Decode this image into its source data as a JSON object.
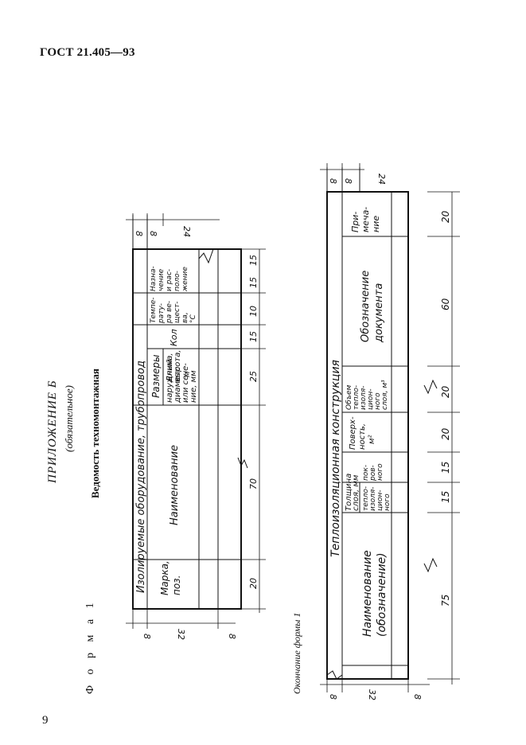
{
  "header": {
    "standard": "ГОСТ 21.405—93"
  },
  "page_number": "9",
  "appendix": {
    "title": "ПРИЛОЖЕНИЕ Б",
    "status": "(обязательное)",
    "document_title": "Ведомость техномонтажная"
  },
  "form1": {
    "caption": "Ф о р м а 1",
    "group_header": "Изолируемые оборудование, трубопровод",
    "col_marka": [
      "Марка,",
      "поз."
    ],
    "col_naim": "Наименование",
    "col_razmery": "Размеры",
    "col_diam": [
      "наружный",
      "диаметр",
      "или сече-",
      "ние, мм"
    ],
    "col_dlina": [
      "Длина,",
      "высота,",
      "м"
    ],
    "col_kol": "Кол",
    "col_temp": [
      "Темпе-",
      "рату-",
      "ра ве-",
      "щест-",
      "ва,",
      "°С"
    ],
    "col_nazn": [
      "Назна-",
      "чение",
      "и рас-",
      "поло-",
      "жение"
    ],
    "dims_bottom": [
      "20",
      "70",
      "25",
      "15",
      "10",
      "15",
      "15"
    ],
    "dims_left": [
      "8",
      "32",
      "8"
    ],
    "dims_right": [
      "8",
      "8",
      "24"
    ]
  },
  "form1_end": {
    "caption": "Окончание формы 1",
    "group_header": "Теплоизоляционная конструкция",
    "col_naim": [
      "Наименование",
      "(обозначение)"
    ],
    "col_tolsh": [
      "Толщина",
      "слоя, мм"
    ],
    "col_tepl": [
      "тепло-",
      "изоля-",
      "цион-",
      "ного"
    ],
    "col_pokr": [
      "пок-",
      "ров-",
      "ного"
    ],
    "col_pov": [
      "Поверх-",
      "ность,",
      "м²"
    ],
    "col_obem": [
      "Объем",
      "тепло-",
      "изоля-",
      "цион-",
      "ного",
      "слоя, м³"
    ],
    "col_oboz": [
      "Обозначение",
      "документа"
    ],
    "col_prim": [
      "При-",
      "меча-",
      "ние"
    ],
    "dims_bottom": [
      "75",
      "15",
      "15",
      "20",
      "20",
      "60",
      "20"
    ],
    "dims_left": [
      "8",
      "32",
      "8"
    ],
    "dims_right": [
      "8",
      "8",
      "24"
    ]
  }
}
